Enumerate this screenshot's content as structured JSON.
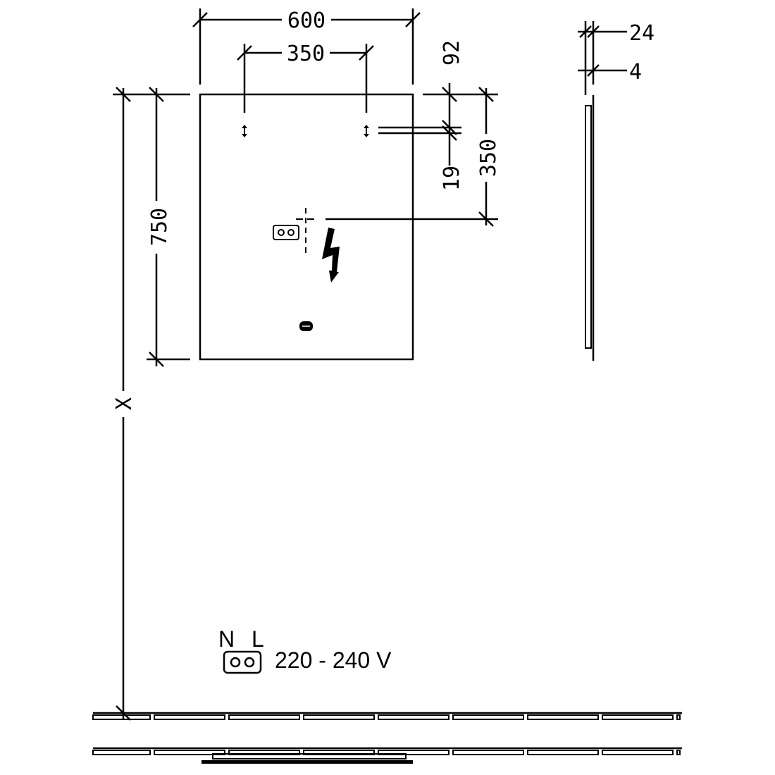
{
  "dimensions": {
    "width_total": "600",
    "hook_spacing": "350",
    "hook_offset_top": "92",
    "hook_slot": "19",
    "socket_offset": "350",
    "height_total": "750",
    "mount_height": "X",
    "depth_total": "24",
    "glass_thickness": "4"
  },
  "legend": {
    "neutral": "N",
    "live": "L",
    "voltage": "220 - 240 V"
  },
  "colors": {
    "line": "#000000",
    "background": "#ffffff"
  }
}
